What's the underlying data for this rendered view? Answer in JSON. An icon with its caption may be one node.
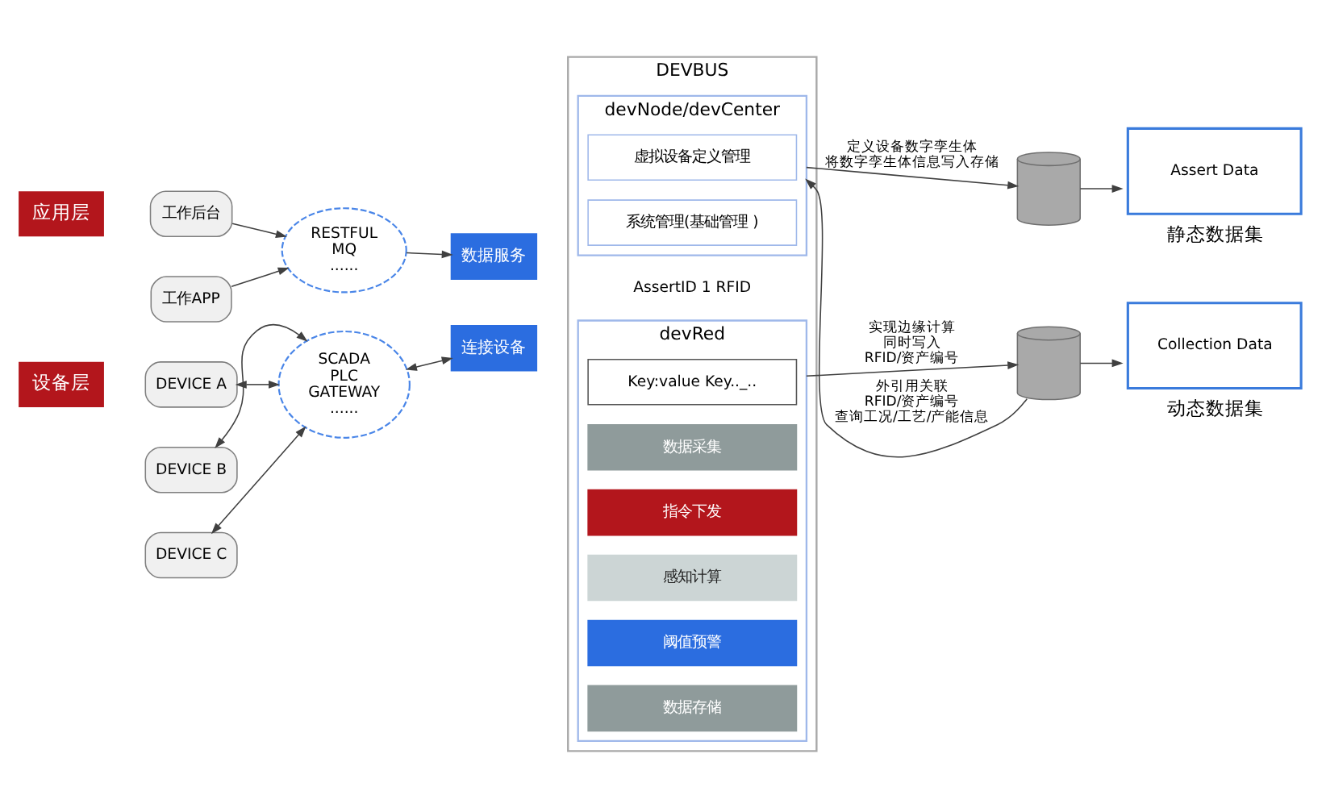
{
  "diagram": {
    "nodes": [
      {
        "text": [
          "工作后台"
        ]
      },
      {
        "text": [
          "工作APP"
        ]
      },
      {
        "text": [
          "RESTFUL MQ ......"
        ]
      },
      {
        "text": [
          "DEVBUS"
        ]
      },
      {
        "text": [
          "数据服务"
        ]
      },
      {
        "text": [
          "devNode/devCenter"
        ],
        "in": 3
      },
      {
        "text": [
          "虚拟设备定义管理"
        ],
        "in": 5
      },
      {
        "text": [
          "系统管理(基础管理 )"
        ],
        "in": 5
      },
      {
        "text": [
          "devRed"
        ],
        "in": 3
      },
      {
        "text": [
          "Key:value Key.._.."
        ],
        "in": 8
      },
      {
        "text": [
          "数据采集"
        ],
        "in": 8
      },
      {
        "text": [
          "指令下发"
        ],
        "in": 8
      },
      {
        "text": [
          "感知计算"
        ],
        "in": 8
      },
      {
        "text": [
          "阈值预警"
        ],
        "in": 8
      },
      {
        "text": [
          "数据存储"
        ],
        "in": 8
      },
      {
        "text": [
          "连接设备"
        ]
      },
      {
        "text": [
          "DEVICE A"
        ]
      },
      {
        "text": [
          "DEVICE B"
        ]
      },
      {
        "text": [
          "DEVICE C"
        ]
      },
      {
        "text": [
          "SCADA PLC GATEWAY ......"
        ]
      },
      {
        "text": [],
        "shape": "cylinder"
      },
      {
        "text": [
          "Assert Data"
        ],
        "beside": [
          "静态数据集"
        ]
      },
      {
        "text": [],
        "shape": "cylinder"
      },
      {
        "text": [
          "Collection Data"
        ],
        "beside": [
          "动态数据集"
        ]
      }
    ],
    "edges": [
      {
        "from": 0,
        "to": 2,
        "arrow": "to"
      },
      {
        "from": 1,
        "to": 2,
        "arrow": "to"
      },
      {
        "from": 2,
        "to": 4,
        "arrow": "to"
      },
      {
        "from": 16,
        "to": 19,
        "arrow": "both"
      },
      {
        "from": 19,
        "to": 17,
        "arrow": "both"
      },
      {
        "from": 19,
        "to": 18,
        "arrow": "both"
      },
      {
        "from": 19,
        "to": 15,
        "arrow": "both"
      },
      {
        "from": 5,
        "to": 20,
        "arrow": "to",
        "label": "定义设备数字孪生体将数字孪生体信息写入存储"
      },
      {
        "from": 20,
        "to": 21,
        "arrow": "to"
      },
      {
        "from": 8,
        "to": 22,
        "arrow": "to",
        "label": "实现边缘计算同时写入RFID/资产编号"
      },
      {
        "from": 22,
        "to": 23,
        "arrow": "to"
      },
      {
        "from": 22,
        "to": 5,
        "arrow": "to",
        "label": "外引用关联RFID/资产编号查询工况/工艺/产能信息"
      }
    ],
    "labels": [
      "应用层",
      "AssertID 1 RFID",
      "设备层"
    ]
  }
}
